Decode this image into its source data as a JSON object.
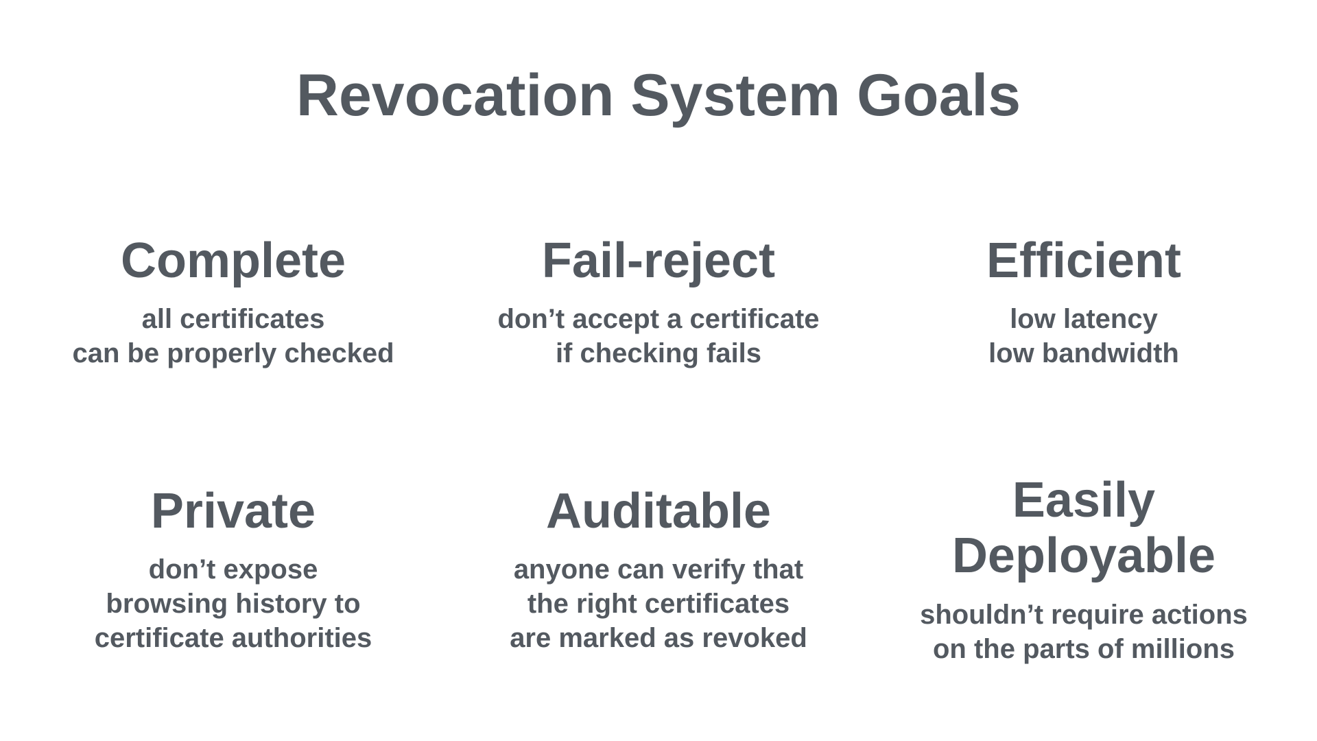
{
  "slide": {
    "title": "Revocation System Goals",
    "background_color": "#ffffff",
    "text_color": "#535960",
    "goals": [
      {
        "name": "Complete",
        "description": "all certificates\ncan be properly checked"
      },
      {
        "name": "Fail-reject",
        "description": "don’t accept a certificate\nif checking fails"
      },
      {
        "name": "Efficient",
        "description": "low latency\nlow bandwidth"
      },
      {
        "name": "Private",
        "description": "don’t expose\nbrowsing history to\ncertificate authorities"
      },
      {
        "name": "Auditable",
        "description": "anyone can verify that\nthe right certificates\nare marked as revoked"
      },
      {
        "name": "Easily\nDeployable",
        "description": "shouldn’t require actions\non the parts of millions"
      }
    ]
  }
}
